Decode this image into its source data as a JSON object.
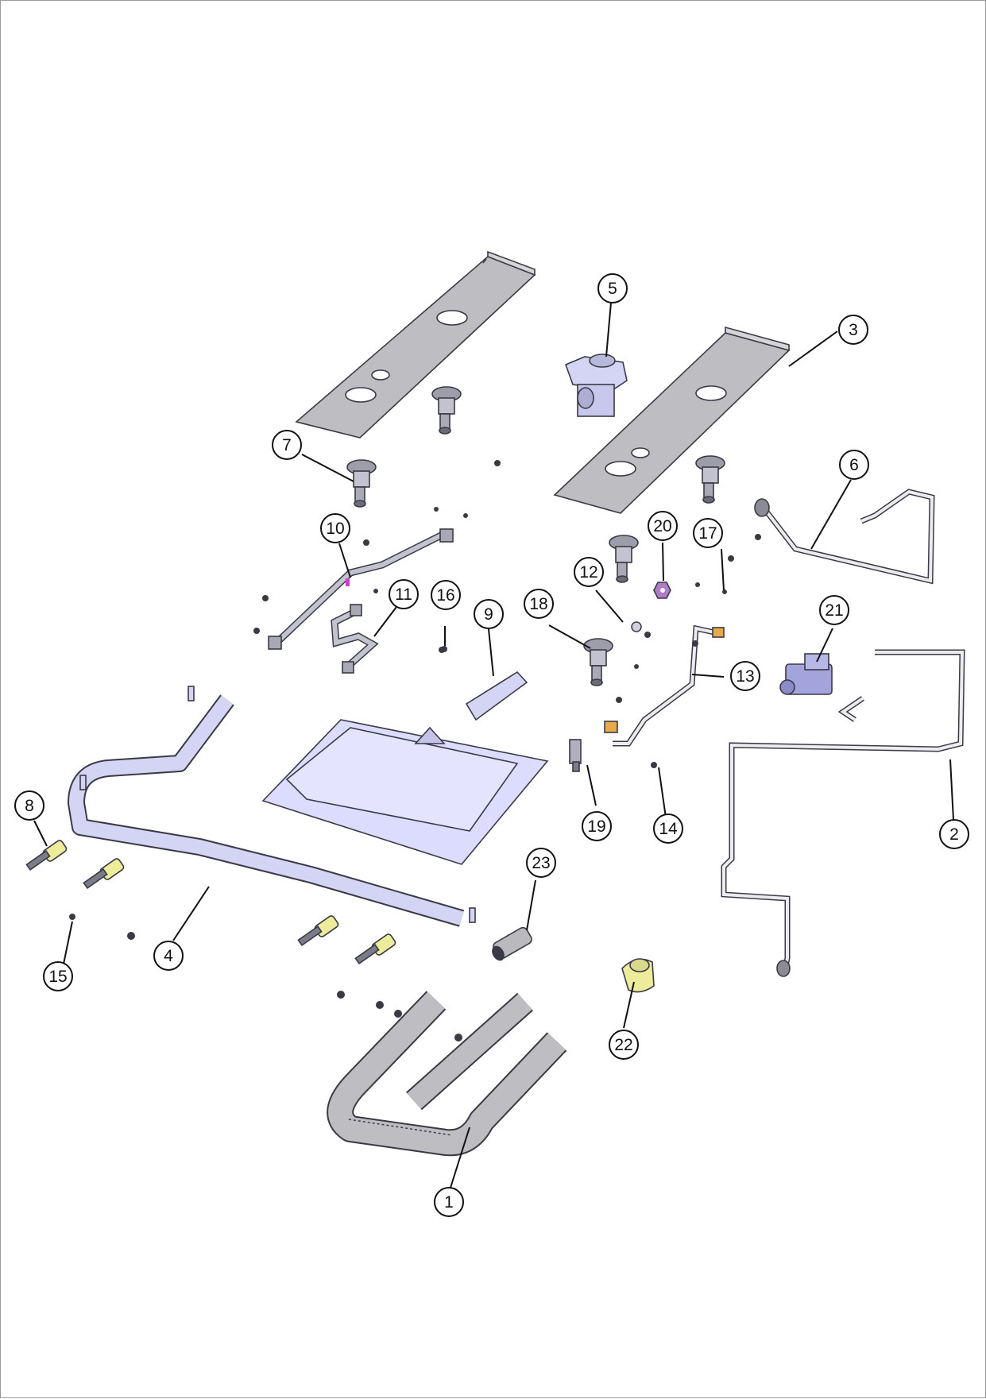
{
  "diagram": {
    "callouts": [
      {
        "id": "c1",
        "label": "1"
      },
      {
        "id": "c2",
        "label": "2"
      },
      {
        "id": "c3",
        "label": "3"
      },
      {
        "id": "c4",
        "label": "4"
      },
      {
        "id": "c5",
        "label": "5"
      },
      {
        "id": "c6",
        "label": "6"
      },
      {
        "id": "c7",
        "label": "7"
      },
      {
        "id": "c8",
        "label": "8"
      },
      {
        "id": "c9",
        "label": "9"
      },
      {
        "id": "c10",
        "label": "10"
      },
      {
        "id": "c11",
        "label": "11"
      },
      {
        "id": "c12",
        "label": "12"
      },
      {
        "id": "c13",
        "label": "13"
      },
      {
        "id": "c14",
        "label": "14"
      },
      {
        "id": "c15",
        "label": "15"
      },
      {
        "id": "c16",
        "label": "16"
      },
      {
        "id": "c17",
        "label": "17"
      },
      {
        "id": "c18",
        "label": "18"
      },
      {
        "id": "c19",
        "label": "19"
      },
      {
        "id": "c20",
        "label": "20"
      },
      {
        "id": "c21",
        "label": "21"
      },
      {
        "id": "c22",
        "label": "22"
      },
      {
        "id": "c23",
        "label": "23"
      }
    ],
    "colors": {
      "outline": "#3a3a46",
      "grey_part": "#b9b9be",
      "blue_part": "#dcdcff",
      "lavender_part": "#d4d4f4",
      "yellow_part": "#ecec9a",
      "orange_part": "#e8a94a"
    }
  }
}
